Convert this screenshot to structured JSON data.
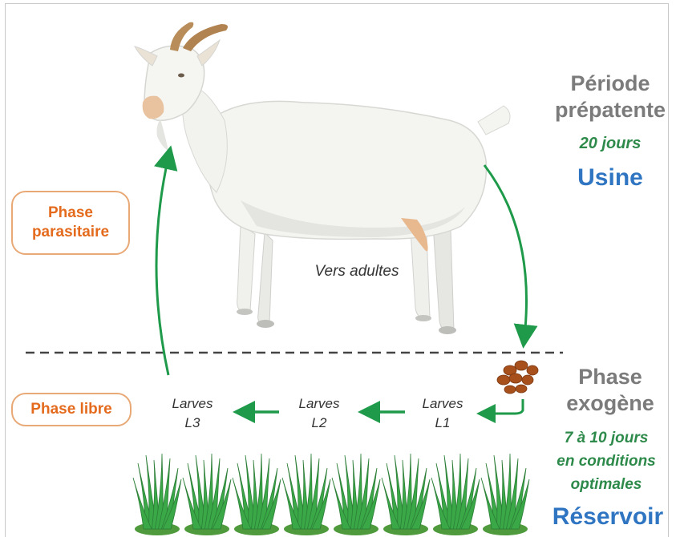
{
  "labels": {
    "periode_line1": "Période",
    "periode_line2": "prépatente",
    "periode_days": "20 jours",
    "usine": "Usine",
    "phase_parasitaire_line1": "Phase",
    "phase_parasitaire_line2": "parasitaire",
    "vers_adultes": "Vers adultes",
    "phase_libre": "Phase libre",
    "phase_exogene_line1": "Phase",
    "phase_exogene_line2": "exogène",
    "exogene_days": "7 à 10 jours",
    "exogene_cond_line1": "en conditions",
    "exogene_cond_line2": "optimales",
    "reservoir": "Réservoir"
  },
  "larvae": [
    {
      "line1": "Larves",
      "line2": "L3"
    },
    {
      "line1": "Larves",
      "line2": "L2"
    },
    {
      "line1": "Larves",
      "line2": "L1"
    }
  ],
  "colors": {
    "arrow_green": "#1f9a4a",
    "orange": "#e46a1d",
    "blue": "#2f75c2",
    "gray_text": "#7b7b7b",
    "grass": "#3aa847"
  },
  "icons": [
    "goat-illustration",
    "feces-pellets-icon",
    "grass-tuft-icon"
  ]
}
